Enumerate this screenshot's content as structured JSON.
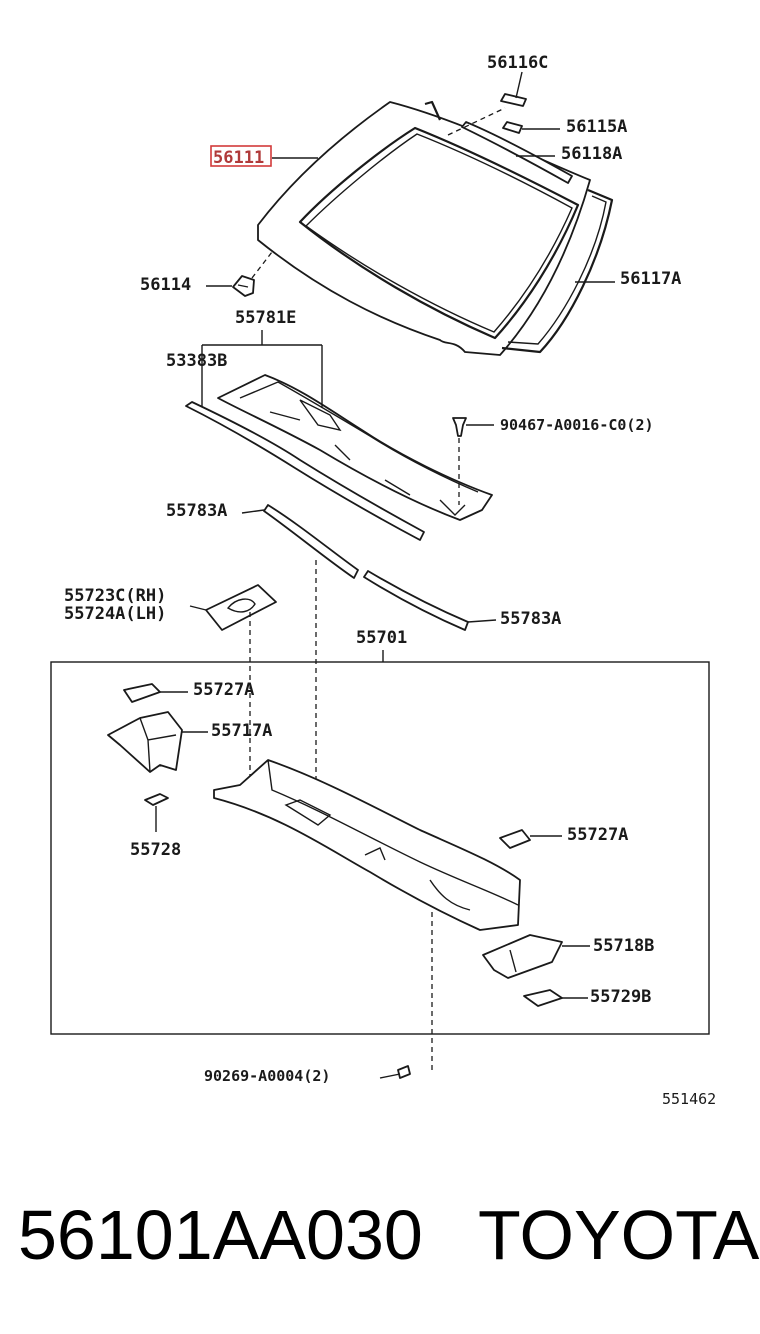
{
  "labels": {
    "p56116C": "56116C",
    "p56111": "56111",
    "p56115A": "56115A",
    "p56118A": "56118A",
    "p56117A": "56117A",
    "p56114": "56114",
    "p55781E": "55781E",
    "p53383B": "53383B",
    "p90467": "90467-A0016-C0(2)",
    "p55783A_top": "55783A",
    "p55783A_bottom": "55783A",
    "p55723C": "55723C(RH)",
    "p55724A": "55724A(LH)",
    "p55701": "55701",
    "p55727A_left": "55727A",
    "p55717A": "55717A",
    "p55728": "55728",
    "p55727A_right": "55727A",
    "p55718B": "55718B",
    "p55729B": "55729B",
    "p90269": "90269-A0004(2)",
    "diagram_id": "551462"
  },
  "highlight_color": "#d23a3a",
  "footer": {
    "part_number": "56101AA030",
    "brand": "TOYOTA"
  }
}
